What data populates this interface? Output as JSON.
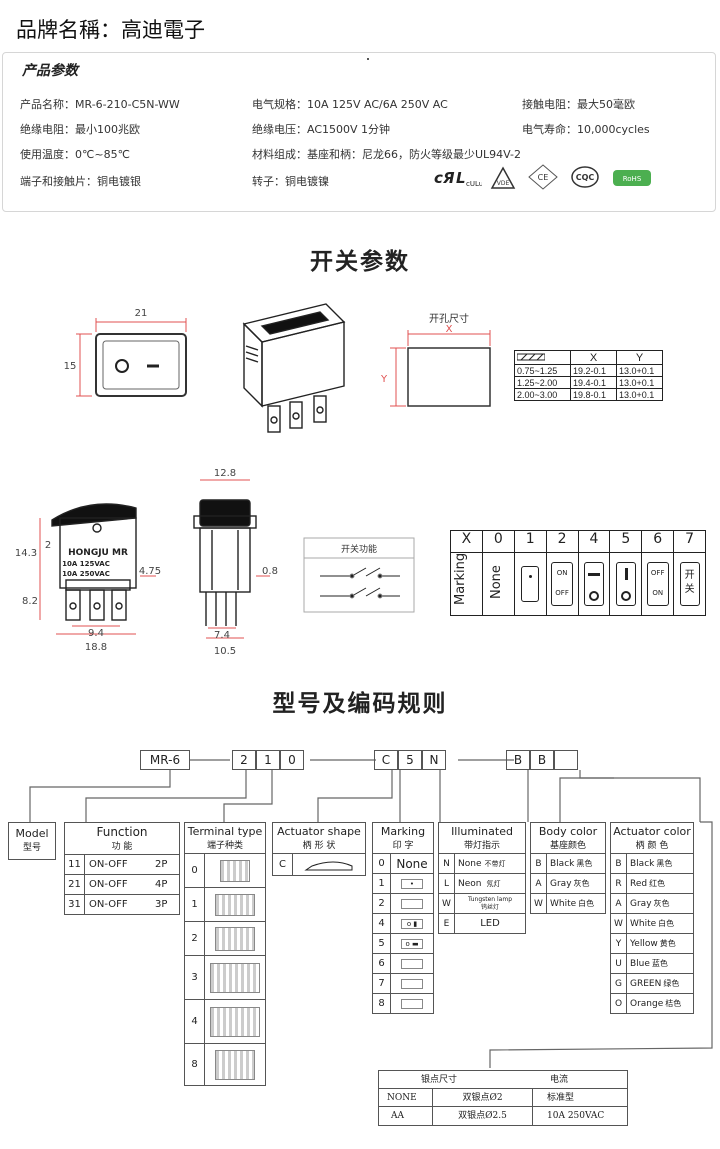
{
  "brand": "品牌名稱：高迪電子",
  "params": {
    "title": "产品参数",
    "rows": [
      [
        "产品名称：MR-6-210-C5N-WW",
        "电气规格：10A  125V  AC/6A 250V  AC",
        "接触电阻：最大50毫欧"
      ],
      [
        "绝缘电阻：最小100兆欧",
        "绝缘电压：AC1500V 1分钟",
        "电气寿命：10,000cycles"
      ],
      [
        "使用温度：0℃~85℃",
        "材料组成：基座和柄：尼龙66，防火等级最少UL94V-2",
        ""
      ],
      [
        "端子和接触片：铜电镀银",
        "转子：铜电镀镍",
        ""
      ]
    ],
    "certs": [
      "cULus",
      "VDE",
      "CE",
      "CQC",
      "RoHS"
    ]
  },
  "switch_params": {
    "title": "开关参数",
    "dims": {
      "width": "21",
      "height": "15",
      "w2": "12.8",
      "h1": "14.3",
      "h2": "2",
      "h3": "8.2",
      "pin1": "9.4",
      "total1": "18.8",
      "pin2": "7.4",
      "total2": "10.5",
      "d1": "4.75",
      "d2": "0.8"
    },
    "housing_text": [
      "HONGJU  MR",
      "10A  125VAC",
      "10A  250VAC"
    ],
    "cutout_label": "开孔尺寸",
    "cutout_x": "X",
    "cutout_y": "Y",
    "cutout_table": {
      "headers": [
        "X",
        "Y"
      ],
      "rows": [
        [
          "0.75~1.25",
          "19.2-0.1",
          "13.0+0.1"
        ],
        [
          "1.25~2.00",
          "19.4-0.1",
          "13.0+0.1"
        ],
        [
          "2.00~3.00",
          "19.8-0.1",
          "13.0+0.1"
        ]
      ]
    },
    "function_label": "开关功能",
    "marking": {
      "codes": [
        "X",
        "0",
        "1",
        "2",
        "4",
        "5",
        "6",
        "7"
      ],
      "row_label": "Marking",
      "none": "None",
      "on": "ON",
      "off": "OFF",
      "seven": "开关"
    }
  },
  "code_rules": {
    "title": "型号及编码规则",
    "code_boxes": [
      "MR-6",
      "2",
      "1",
      "0",
      "C",
      "5",
      "N",
      "B",
      "B",
      ""
    ],
    "model": {
      "en": "Model",
      "cn": "型号"
    },
    "function": {
      "en": "Function",
      "cn": "功  能",
      "items": [
        [
          "11",
          "ON-OFF",
          "2P"
        ],
        [
          "21",
          "ON-OFF",
          "4P"
        ],
        [
          "31",
          "ON-OFF",
          "3P"
        ]
      ]
    },
    "terminal": {
      "en": "Terminal type",
      "cn": "端子种类",
      "items": [
        "0",
        "1",
        "2",
        "3",
        "4",
        "8"
      ]
    },
    "actuator_shape": {
      "en": "Actuator shape",
      "cn": "柄 形 状",
      "items": [
        "C"
      ]
    },
    "marking": {
      "en": "Marking",
      "cn": "印  字",
      "items": [
        "0",
        "1",
        "2",
        "4",
        "5",
        "6",
        "7",
        "8"
      ],
      "none": "None"
    },
    "illuminated": {
      "en": "Illuminated",
      "cn": "带灯指示",
      "items": [
        [
          "N",
          "None",
          "不带灯"
        ],
        [
          "L",
          "Neon",
          "氖灯"
        ],
        [
          "W",
          "Tungsten lamp",
          "钨丝灯"
        ],
        [
          "E",
          "LED",
          ""
        ]
      ]
    },
    "body_color": {
      "en": "Body color",
      "cn": "基座颜色",
      "items": [
        [
          "B",
          "Black",
          "黑色"
        ],
        [
          "A",
          "Gray",
          "灰色"
        ],
        [
          "W",
          "White",
          "白色"
        ]
      ]
    },
    "actuator_color": {
      "en": "Actuator color",
      "cn": "柄  颜  色",
      "items": [
        [
          "B",
          "Black",
          "黑色"
        ],
        [
          "R",
          "Red",
          "红色"
        ],
        [
          "A",
          "Gray",
          "灰色"
        ],
        [
          "W",
          "White",
          "白色"
        ],
        [
          "Y",
          "Yellow",
          "黄色"
        ],
        [
          "U",
          "Blue",
          "蓝色"
        ],
        [
          "G",
          "GREEN",
          "绿色"
        ],
        [
          "O",
          "Orange",
          "桔色"
        ]
      ]
    },
    "contact_table": {
      "headers": [
        "银点尺寸",
        "",
        "电流"
      ],
      "rows": [
        [
          "NONE",
          "双银点Ø2",
          "标准型"
        ],
        [
          "AA",
          "双银点Ø2.5",
          "10A  250VAC"
        ]
      ]
    }
  }
}
